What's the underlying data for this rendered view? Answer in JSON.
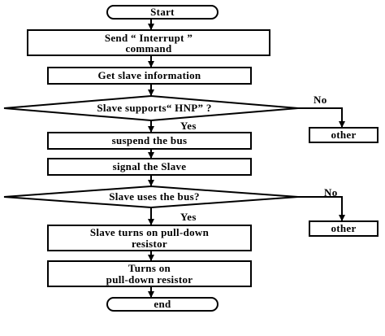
{
  "flowchart": {
    "start": "Start",
    "send_line1": "Send “ Interrupt      ”",
    "send_line2": "command",
    "get_info": "Get slave information",
    "decision1": "Slave supports“  HNP”  ?",
    "decision1_no": "No",
    "decision1_yes": "Yes",
    "other1": "other",
    "suspend": "suspend the bus",
    "signal": "signal the Slave",
    "decision2": "Slave uses the bus?",
    "decision2_no": "No",
    "decision2_yes": "Yes",
    "other2": "other",
    "turns_on_line1": "Slave turns on pull-down",
    "turns_on_line2": "resistor",
    "final_line1": "Turns on",
    "final_line2": "pull-down resistor",
    "end": "end"
  },
  "colors": {
    "ink": "#000000",
    "background": "#ffffff"
  }
}
